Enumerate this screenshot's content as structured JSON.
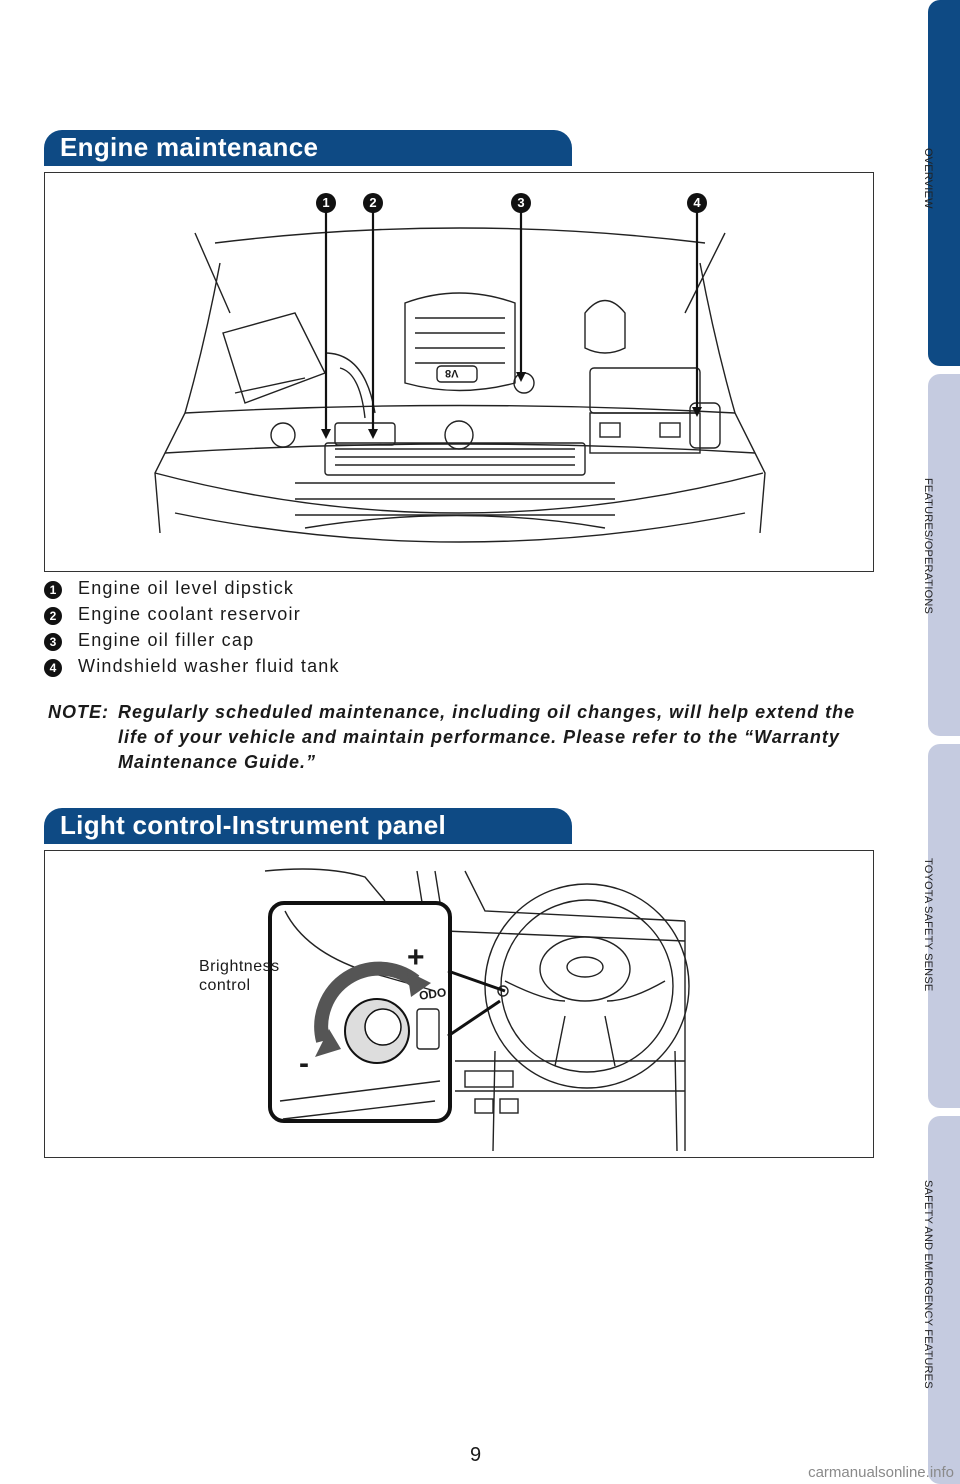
{
  "side_tabs": [
    {
      "label": "OVERVIEW"
    },
    {
      "label": "FEATURES/OPERATIONS"
    },
    {
      "label": "TOYOTA SAFETY SENSE"
    },
    {
      "label": "SAFETY AND EMERGENCY FEATURES"
    }
  ],
  "engine_section": {
    "title": "Engine maintenance",
    "callouts": [
      "1",
      "2",
      "3",
      "4"
    ],
    "engine_badge": "V8",
    "items": [
      {
        "num": "1",
        "label": "Engine oil level dipstick"
      },
      {
        "num": "2",
        "label": "Engine coolant reservoir"
      },
      {
        "num": "3",
        "label": "Engine oil filler cap"
      },
      {
        "num": "4",
        "label": "Windshield washer fluid tank"
      }
    ],
    "note_label": "NOTE:",
    "note_text": "Regularly scheduled maintenance, including oil changes, will help extend the life of your vehicle and maintain performance. Please refer to the “Warranty Maintenance Guide.”"
  },
  "light_section": {
    "title": "Light control-Instrument panel",
    "brightness_label_line1": "Brightness",
    "brightness_label_line2": "control",
    "plus": "+",
    "minus": "-",
    "odo": "ODO"
  },
  "page_number": "9",
  "watermark": "carmanualsonline.info"
}
